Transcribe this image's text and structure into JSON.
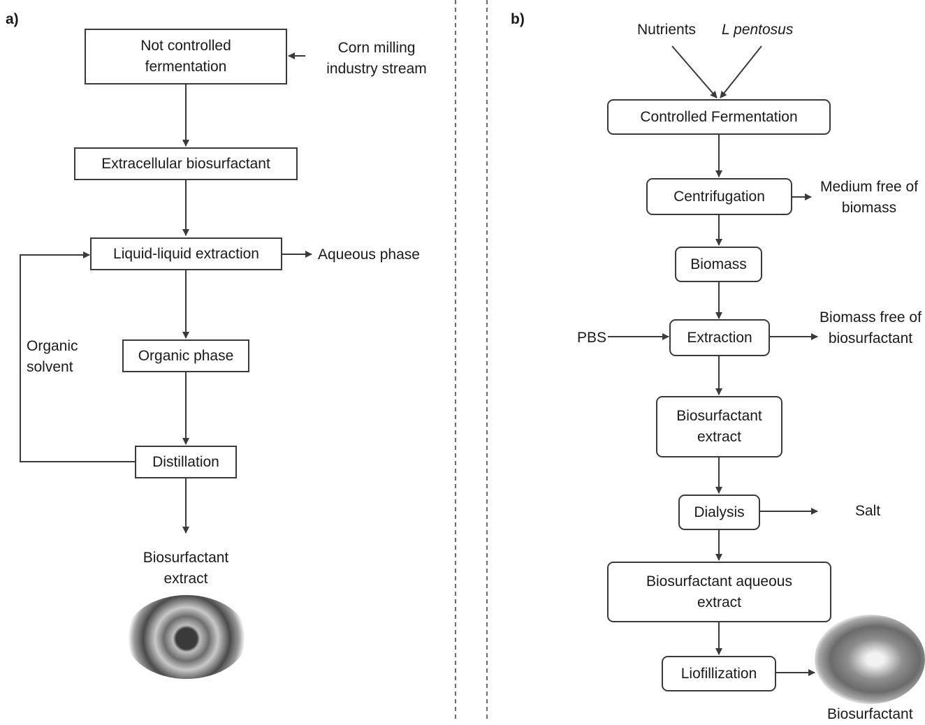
{
  "panel_a": {
    "label": "a)",
    "boxes": {
      "not_controlled_fermentation": "Not controlled fermentation",
      "extracellular_biosurfactant": "Extracellular biosurfactant",
      "liquid_liquid_extraction": "Liquid-liquid extraction",
      "organic_phase": "Organic phase",
      "distillation": "Distillation"
    },
    "labels": {
      "corn_milling": "Corn milling industry stream",
      "aqueous_phase": "Aqueous phase",
      "organic_solvent": "Organic solvent",
      "biosurfactant_extract": "Biosurfactant extract"
    }
  },
  "panel_b": {
    "label": "b)",
    "inputs": {
      "nutrients": "Nutrients",
      "l_pentosus": "L pentosus",
      "pbs": "PBS"
    },
    "boxes": {
      "controlled_fermentation": "Controlled Fermentation",
      "centrifugation": "Centrifugation",
      "biomass": "Biomass",
      "extraction": "Extraction",
      "biosurfactant_extract": "Biosurfactant extract",
      "dialysis": "Dialysis",
      "biosurfactant_aqueous_extract": "Biosurfactant aqueous extract",
      "liofillization": "Liofillization"
    },
    "labels": {
      "medium_free": "Medium free of biomass",
      "biomass_free": "Biomass free of biosurfactant",
      "salt": "Salt",
      "biosurfactant": "Biosurfactant"
    }
  }
}
